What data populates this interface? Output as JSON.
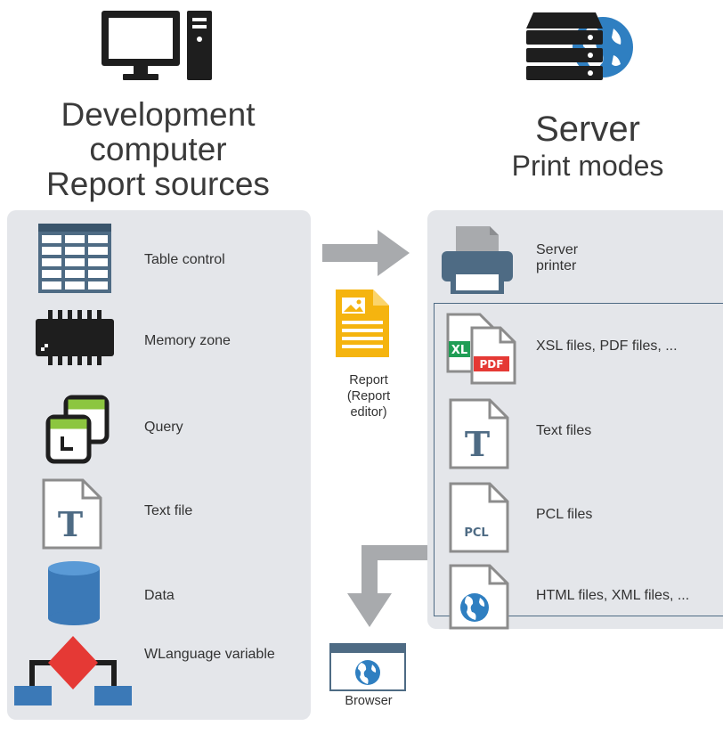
{
  "left": {
    "title_lines": [
      "Development",
      "computer",
      "Report sources"
    ],
    "items": [
      {
        "label": "Table control",
        "icon": "table-icon"
      },
      {
        "label": "Memory zone",
        "icon": "memory-chip-icon"
      },
      {
        "label": "Query",
        "icon": "query-icon"
      },
      {
        "label": "Text file",
        "icon": "text-file-icon"
      },
      {
        "label": "Data",
        "icon": "database-icon"
      },
      {
        "label": "WLanguage variable",
        "icon": "flowchart-icon"
      }
    ]
  },
  "middle": {
    "report_lines": [
      "Report",
      "(Report",
      "editor)"
    ],
    "browser_label": "Browser"
  },
  "right": {
    "title_lines": [
      "Server",
      "Print modes"
    ],
    "printer_lines": [
      "Server",
      "printer"
    ],
    "items": [
      {
        "label": "XSL files, PDF files, ...",
        "icon": "xls-pdf-file-icon"
      },
      {
        "label": "Text files",
        "icon": "text-file-icon"
      },
      {
        "label": "PCL files",
        "icon": "pcl-file-icon"
      },
      {
        "label": "HTML files, XML files, ...",
        "icon": "globe-file-icon"
      }
    ],
    "badges": {
      "xl": "XL",
      "pdf": "PDF",
      "pcl": "PCL",
      "t": "T"
    }
  },
  "colors": {
    "panel": "#e4e6ea",
    "icon_dark": "#1e1e1e",
    "icon_blue": "#3b79b7",
    "icon_steel": "#4e6b84",
    "green": "#8cc63f",
    "red": "#e53935",
    "yellow": "#f5b40f",
    "arrow": "#a8aaad"
  }
}
